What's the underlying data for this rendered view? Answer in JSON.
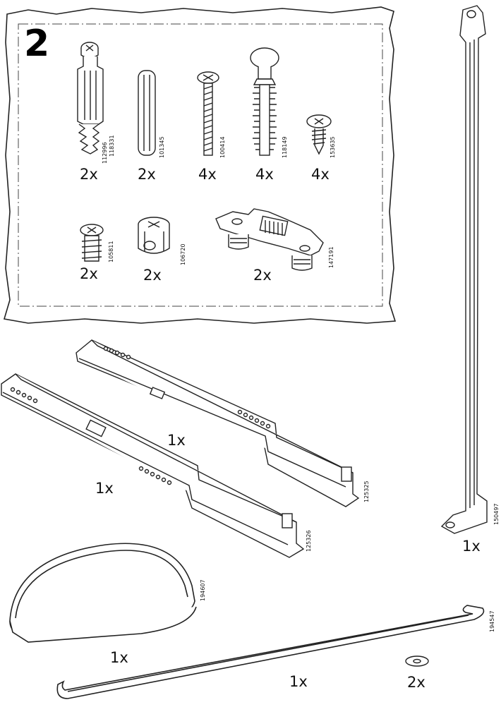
{
  "step_number": "2",
  "bag_parts": [
    {
      "codes": [
        "112996",
        "118331"
      ],
      "qty": "2x"
    },
    {
      "codes": [
        "101345"
      ],
      "qty": "2x"
    },
    {
      "codes": [
        "100414"
      ],
      "qty": "4x"
    },
    {
      "codes": [
        "118149"
      ],
      "qty": "4x"
    },
    {
      "codes": [
        "153635"
      ],
      "qty": "4x"
    },
    {
      "codes": [
        "105811"
      ],
      "qty": "2x"
    },
    {
      "codes": [
        "106720"
      ],
      "qty": "2x"
    },
    {
      "codes": [
        "147191"
      ],
      "qty": "2x"
    }
  ],
  "loose_parts": {
    "drawer_rail_right": {
      "code": "125325",
      "qty": "1x"
    },
    "drawer_rail_left": {
      "code": "125326",
      "qty": "1x"
    },
    "vertical_rail": {
      "code": "150497",
      "qty": "1x"
    },
    "handle": {
      "code": "194607",
      "qty": "1x"
    },
    "bar": {
      "code": "194547",
      "qty": "1x"
    },
    "washer": {
      "qty": "2x"
    }
  }
}
